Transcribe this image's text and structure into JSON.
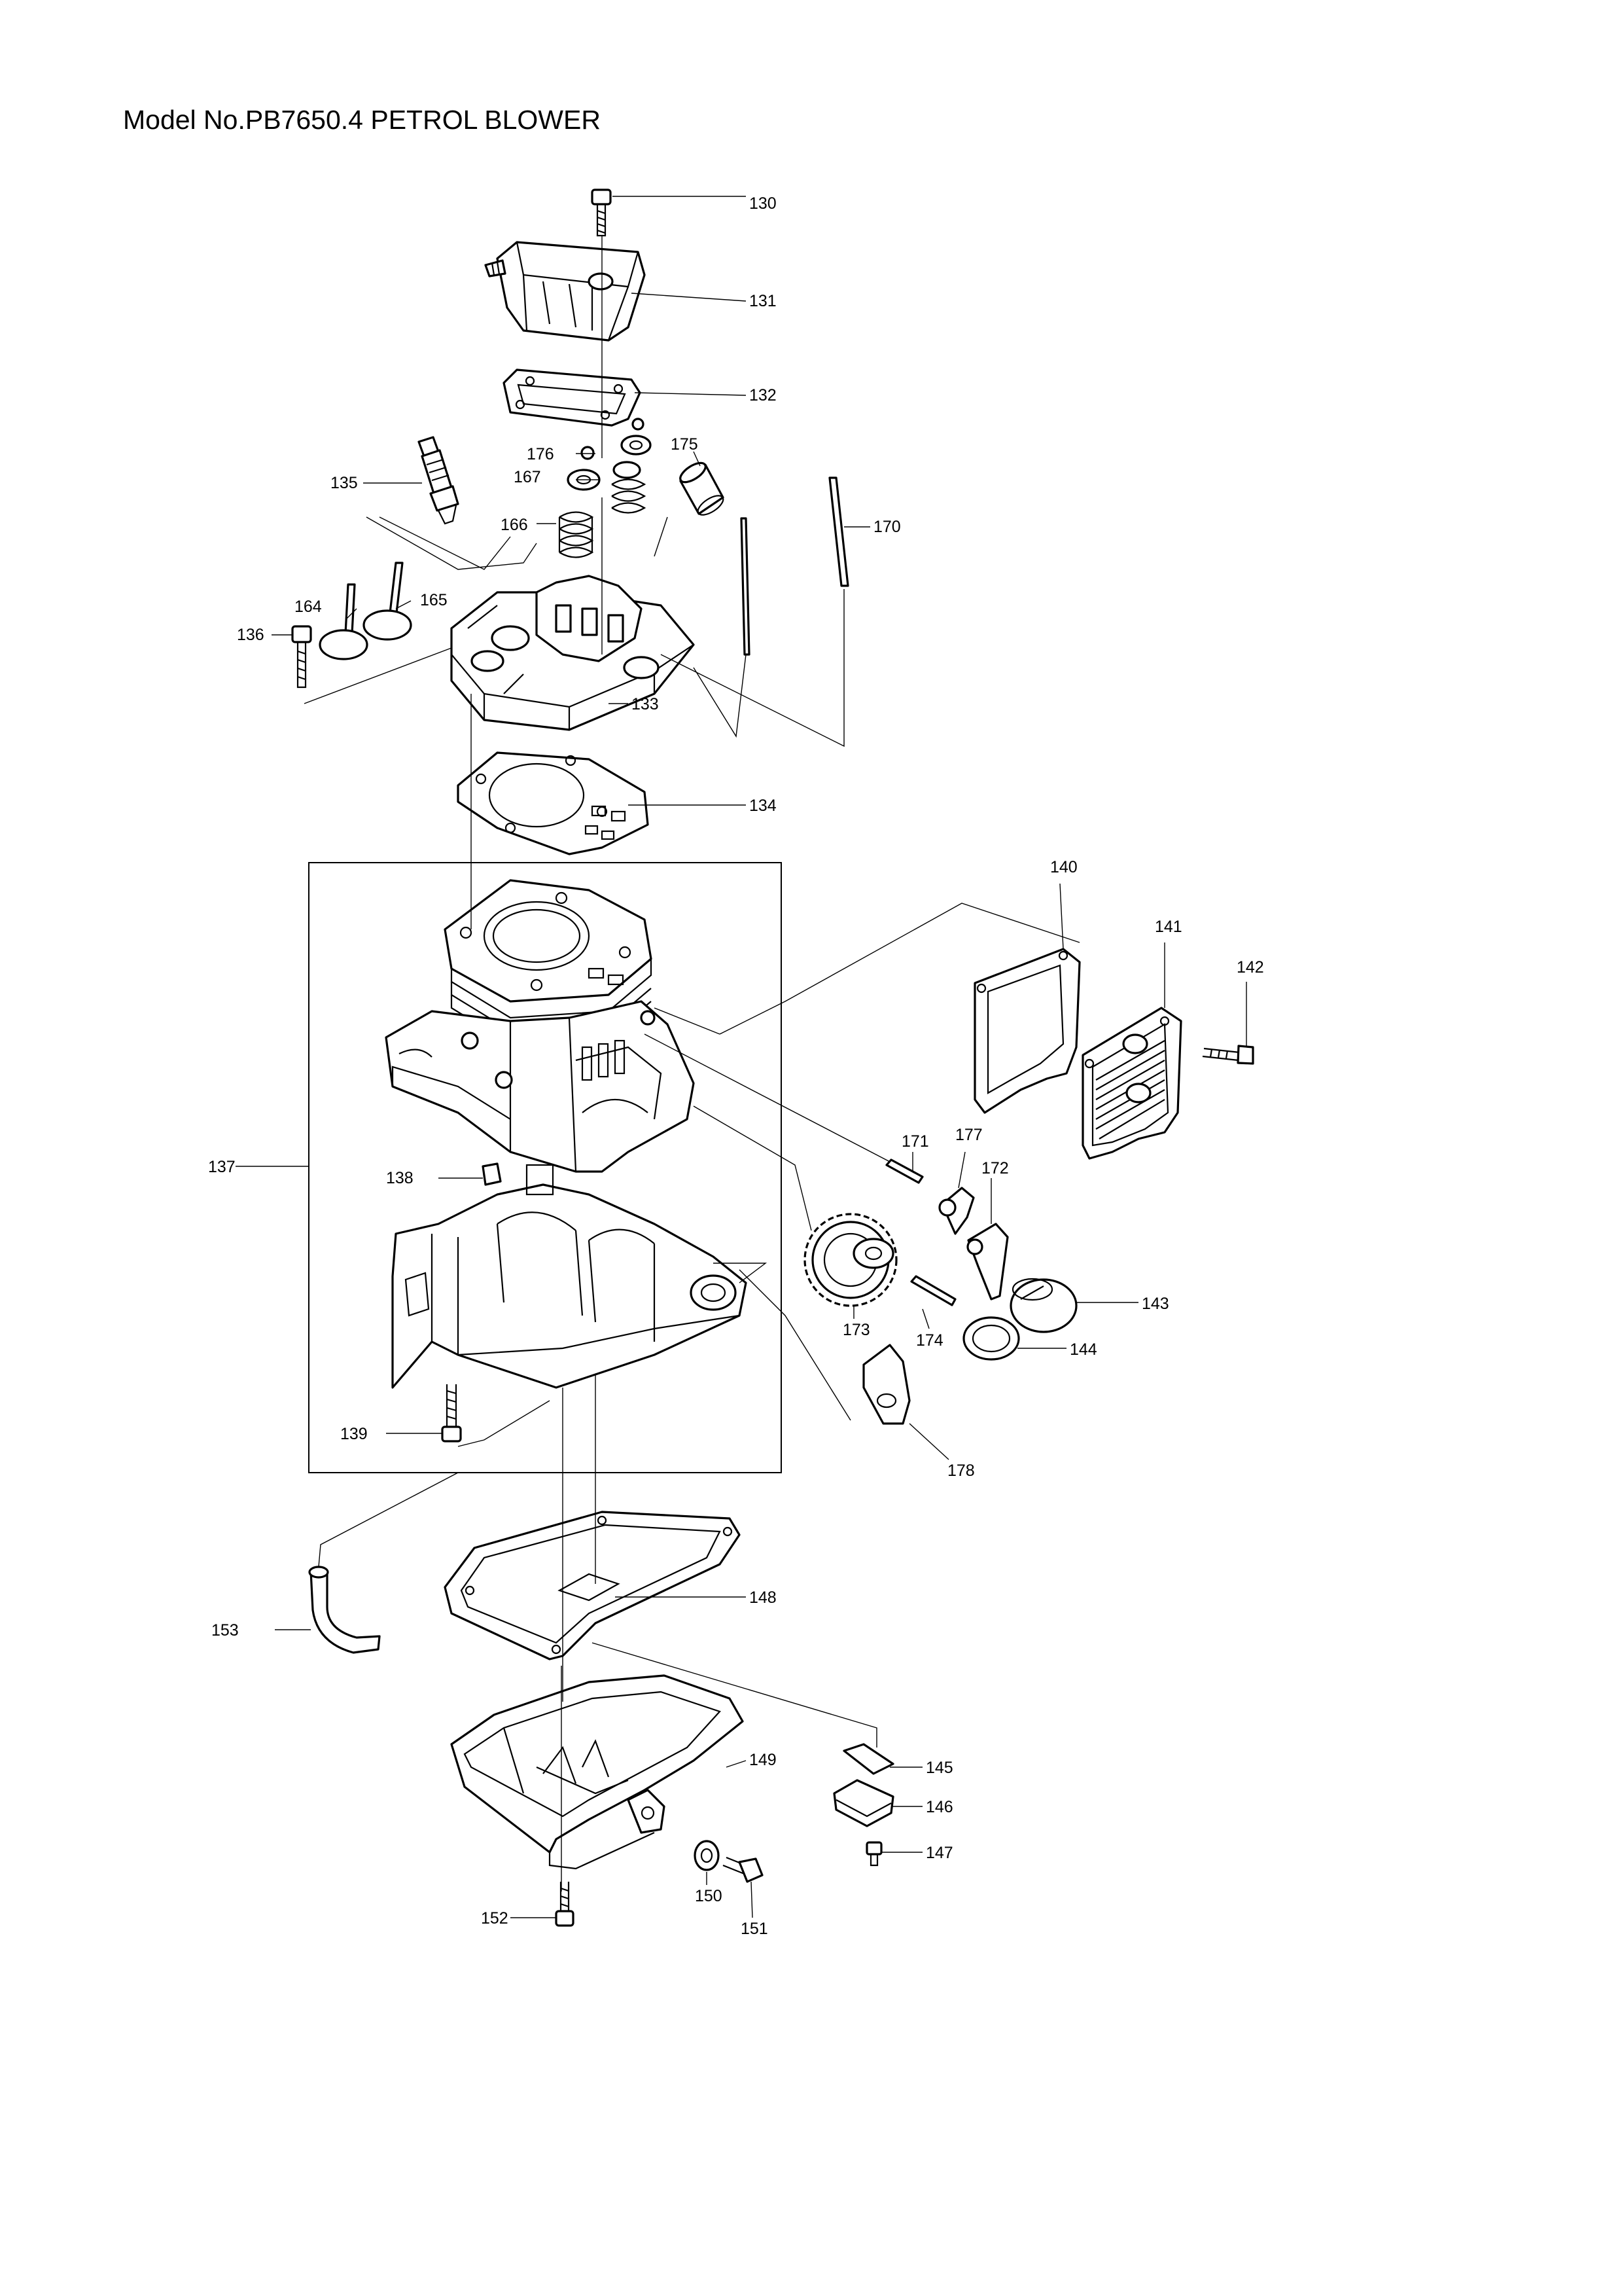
{
  "title": "Model No.PB7650.4 PETROL BLOWER",
  "parts": [
    {
      "id": "p130",
      "label": "130"
    },
    {
      "id": "p131",
      "label": "131"
    },
    {
      "id": "p132",
      "label": "132"
    },
    {
      "id": "p176",
      "label": "176"
    },
    {
      "id": "p175",
      "label": "175"
    },
    {
      "id": "p135",
      "label": "135"
    },
    {
      "id": "p167",
      "label": "167"
    },
    {
      "id": "p166",
      "label": "166"
    },
    {
      "id": "p170",
      "label": "170"
    },
    {
      "id": "p164",
      "label": "164"
    },
    {
      "id": "p165",
      "label": "165"
    },
    {
      "id": "p136",
      "label": "136"
    },
    {
      "id": "p133",
      "label": "133"
    },
    {
      "id": "p134",
      "label": "134"
    },
    {
      "id": "p140",
      "label": "140"
    },
    {
      "id": "p141",
      "label": "141"
    },
    {
      "id": "p142",
      "label": "142"
    },
    {
      "id": "p137",
      "label": "137"
    },
    {
      "id": "p171",
      "label": "171"
    },
    {
      "id": "p177",
      "label": "177"
    },
    {
      "id": "p172",
      "label": "172"
    },
    {
      "id": "p138",
      "label": "138"
    },
    {
      "id": "p143",
      "label": "143"
    },
    {
      "id": "p173",
      "label": "173"
    },
    {
      "id": "p174",
      "label": "174"
    },
    {
      "id": "p144",
      "label": "144"
    },
    {
      "id": "p139",
      "label": "139"
    },
    {
      "id": "p178",
      "label": "178"
    },
    {
      "id": "p148",
      "label": "148"
    },
    {
      "id": "p153",
      "label": "153"
    },
    {
      "id": "p145",
      "label": "145"
    },
    {
      "id": "p149",
      "label": "149"
    },
    {
      "id": "p146",
      "label": "146"
    },
    {
      "id": "p147",
      "label": "147"
    },
    {
      "id": "p150",
      "label": "150"
    },
    {
      "id": "p151",
      "label": "151"
    },
    {
      "id": "p152",
      "label": "152"
    }
  ]
}
